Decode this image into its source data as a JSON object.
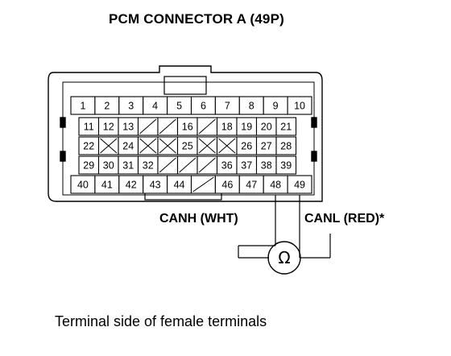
{
  "title": "PCM CONNECTOR A (49P)",
  "rows": [
    {
      "pins": [
        "1",
        "2",
        "3",
        "4",
        "5",
        "6",
        "7",
        "8",
        "9",
        "10"
      ]
    },
    {
      "pins": [
        "11",
        "12",
        "13",
        "",
        "",
        "16",
        "",
        "18",
        "19",
        "20",
        "21"
      ]
    },
    {
      "pins": [
        "22",
        "",
        "24",
        "",
        "",
        "25",
        "",
        "",
        "26",
        "27",
        "28"
      ]
    },
    {
      "pins": [
        "29",
        "30",
        "31",
        "32",
        "",
        "",
        "",
        "36",
        "37",
        "38",
        "39"
      ]
    },
    {
      "pins": [
        "40",
        "41",
        "42",
        "43",
        "44",
        "",
        "46",
        "47",
        "48",
        "49"
      ]
    }
  ],
  "labels": {
    "canh": "CANH (WHT)",
    "canl": "CANL (RED)*"
  },
  "meter_symbol": "Ω",
  "caption": "Terminal side of female terminals",
  "colors": {
    "ink": "#000000",
    "paper": "#ffffff"
  }
}
